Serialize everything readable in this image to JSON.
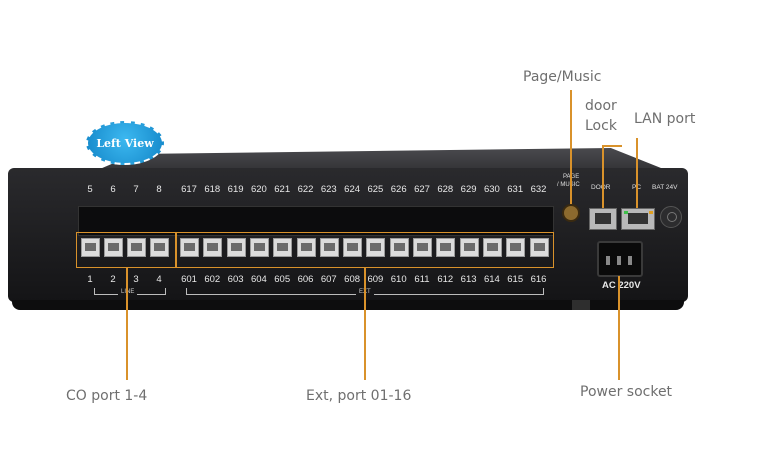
{
  "badge": {
    "text": "Left View"
  },
  "callouts": {
    "page_music": "Page/Music",
    "door_lock_1": "door",
    "door_lock_2": "Lock",
    "lan_port": "LAN port",
    "co_port": "CO port 1-4",
    "ext_port": "Ext, port 01-16",
    "power_socket": "Power socket"
  },
  "panel": {
    "top_numbers": [
      "5",
      "6",
      "7",
      "8",
      "617",
      "618",
      "619",
      "620",
      "621",
      "622",
      "623",
      "624",
      "625",
      "626",
      "627",
      "628",
      "629",
      "630",
      "631",
      "632"
    ],
    "bottom_numbers": [
      "1",
      "2",
      "3",
      "4",
      "601",
      "602",
      "603",
      "604",
      "605",
      "606",
      "607",
      "608",
      "609",
      "610",
      "611",
      "612",
      "613",
      "614",
      "615",
      "616"
    ],
    "group_line": "LINE",
    "group_ext": "EXT",
    "page_music_1": "PAGE",
    "page_music_2": "/ MUSIC",
    "door": "DOOR",
    "pc": "PC",
    "bat": "BAT 24V",
    "ac": "AC 220V"
  },
  "colors": {
    "accent": "#d9922b",
    "badge": "#1a9fe0",
    "body": "#1b1b1d"
  }
}
